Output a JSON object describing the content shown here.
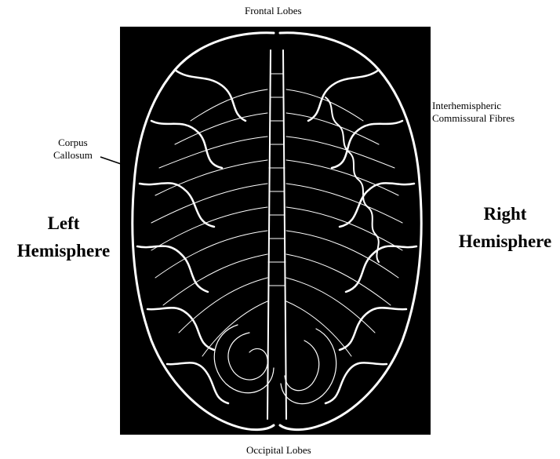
{
  "labels": {
    "top": "Frontal Lobes",
    "bottom": "Occipital Lobes",
    "corpus_line1": "Corpus",
    "corpus_line2": "Callosum",
    "inter_line1": "Interhemispheric",
    "inter_line2": "Commissural Fibres",
    "left_line1": "Left",
    "left_line2": "Hemisphere",
    "right_line1": "Right",
    "right_line2": "Hemisphere"
  },
  "colors": {
    "panel_background": "#000000",
    "illustration_lines": "#ffffff",
    "text": "#000000",
    "page_background": "#ffffff"
  }
}
